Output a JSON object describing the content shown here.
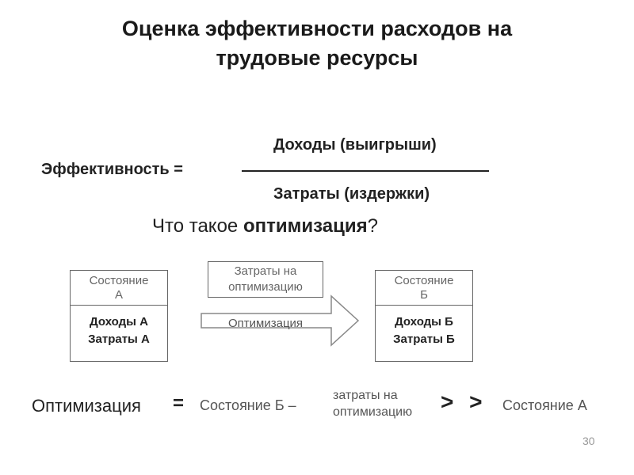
{
  "title": {
    "line1": "Оценка эффективности расходов на",
    "line2": "трудовые ресурсы"
  },
  "formula": {
    "label": "Эффективность =",
    "numerator": "Доходы (выигрыши)",
    "denominator": "Затраты (издержки)"
  },
  "question": {
    "prefix": "Что такое ",
    "bold": "оптимизация",
    "suffix": "?"
  },
  "diagram": {
    "state_a": {
      "head_line1": "Состояние",
      "head_line2": "А",
      "income": "Доходы А",
      "costs": "Затраты А"
    },
    "state_b": {
      "head_line1": "Состояние",
      "head_line2": "Б",
      "income": "Доходы Б",
      "costs": "Затраты Б"
    },
    "cost_box": {
      "line1": "Затраты на",
      "line2": "оптимизацию"
    },
    "arrow_label": "Оптимизация"
  },
  "bottom": {
    "optimization": "Оптимизация",
    "equals": "=",
    "state_b_minus": "Состояние Б –",
    "costs_line1": "затраты на",
    "costs_line2": "оптимизацию",
    "much_greater": "> >",
    "state_a": "Состояние А"
  },
  "page_number": "30"
}
